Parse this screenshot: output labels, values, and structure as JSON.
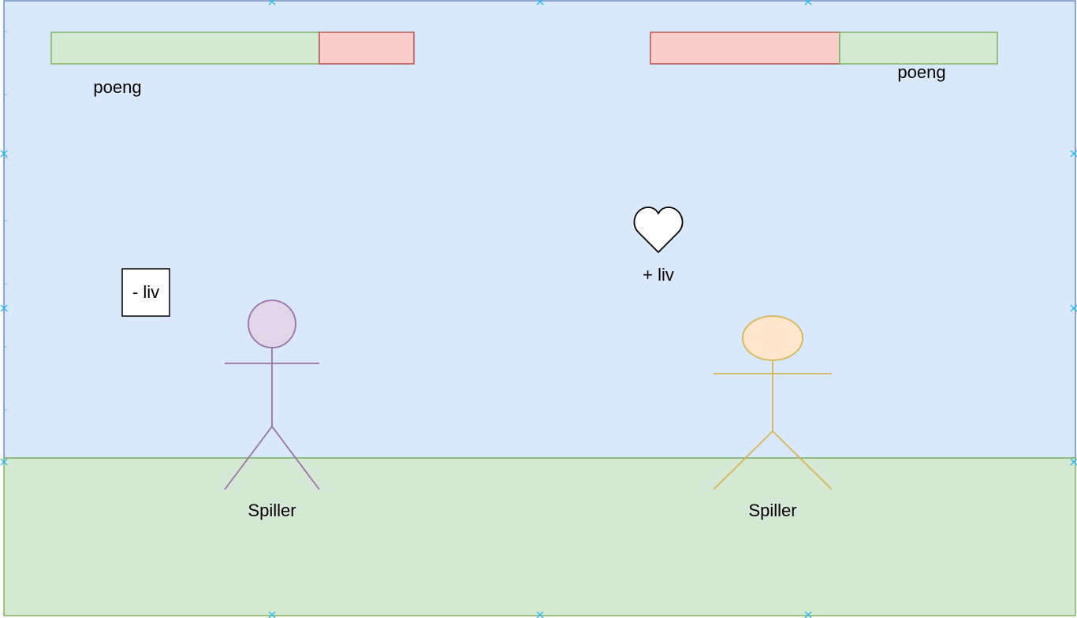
{
  "colors": {
    "sky_fill": "#dae8fc",
    "sky_stroke": "#6c8ebf",
    "ground_fill": "#d5e8d4",
    "ground_stroke": "#82b366",
    "health_fill": "#d5e8d4",
    "health_stroke": "#82b366",
    "damage_fill": "#f8cecc",
    "damage_stroke": "#b85450",
    "player1_fill": "#e1d5e7",
    "player1_stroke": "#9673a6",
    "player2_fill": "#ffe6cc",
    "player2_stroke": "#d6b656",
    "selection_handle": "#29b6f2"
  },
  "hud": {
    "left_score_label": "poeng",
    "right_score_label": "poeng",
    "left_health_fraction": 0.739,
    "right_health_fraction": 0.455
  },
  "items": {
    "damage_box_label": "- liv",
    "heart_label": "+ liv"
  },
  "players": {
    "player1_label": "Spiller",
    "player2_label": "Spiller"
  }
}
